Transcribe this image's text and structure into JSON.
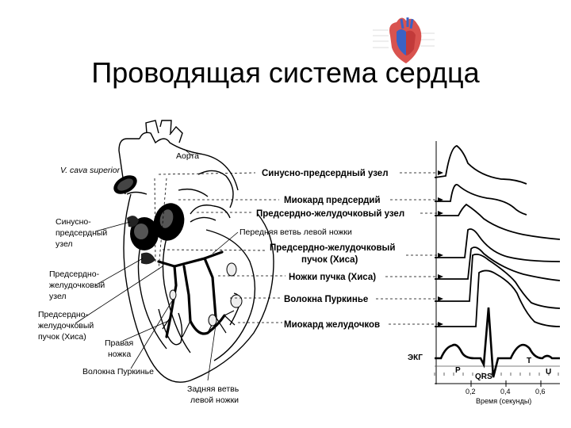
{
  "slide": {
    "title": "Проводящая система сердца"
  },
  "heart_labels": {
    "v_cava": "V. cava superior",
    "aorta": "Аорта",
    "sa_node_1": "Синусно-",
    "sa_node_2": "предсердный",
    "sa_node_3": "узел",
    "av_node_1": "Предсердно-",
    "av_node_2": "желудочковый",
    "av_node_3": "узел",
    "his_1": "Предсердно-",
    "his_2": "желудочковый",
    "his_3": "пучок (Хиса)",
    "right_branch_1": "Правая",
    "right_branch_2": "ножка",
    "purkinje": "Волокна Пуркинье",
    "post_branch_1": "Задняя ветвь",
    "post_branch_2": "левой ножки",
    "ant_branch": "Передняя ветвь левой ножки"
  },
  "center_labels": {
    "sa": "Синусно-предсердный узел",
    "atrial": "Миокард предсердий",
    "av": "Предсердно-желудочковый узел",
    "his_1": "Предсердно-желудочковый",
    "his_2": "пучок (Хиса)",
    "legs": "Ножки пучка (Хиса)",
    "purkinje": "Волокна Пуркинье",
    "ventricular": "Миокард желудочков"
  },
  "ecg": {
    "label": "ЭКГ",
    "p": "P",
    "qrs": "QRS",
    "t": "T",
    "u": "U",
    "ticks": [
      "0,2",
      "0,4",
      "0,6"
    ],
    "axis_label": "Время (секунды)"
  }
}
